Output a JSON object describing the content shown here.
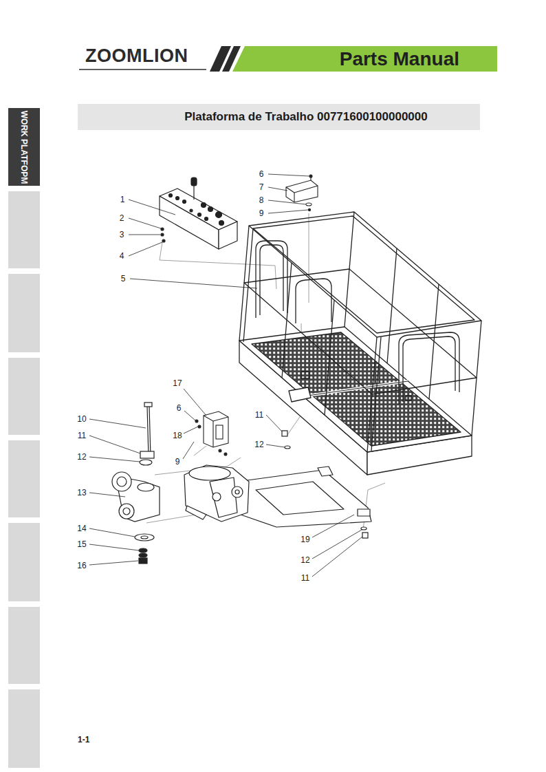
{
  "diagram": {
    "title": "Plataforma de Trabalho 00771600100000000",
    "nodes": [
      {
        "text": [
          "Parts Manual"
        ]
      },
      {
        "text": [
          "WORK PLATFOPM"
        ]
      }
    ],
    "labels": [
      "ZOOMLION",
      "6",
      "7",
      "8",
      "9",
      "1",
      "2",
      "3",
      "4",
      "5",
      "17",
      "6",
      "18",
      "9",
      "10",
      "11",
      "12",
      "13",
      "14",
      "15",
      "16",
      "11",
      "12",
      "19",
      "12",
      "11",
      "1-1"
    ]
  }
}
